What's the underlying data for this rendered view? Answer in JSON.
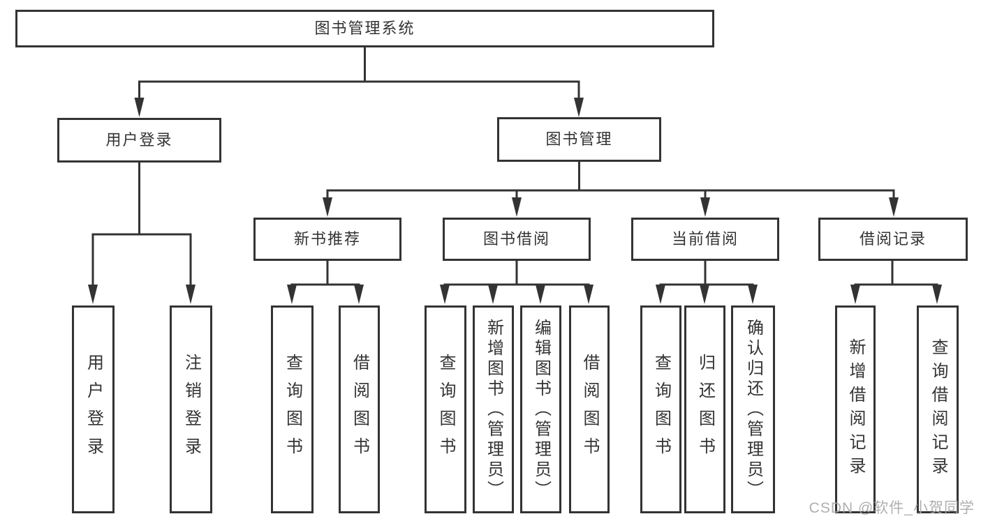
{
  "diagram": {
    "root": {
      "label": "图书管理系统"
    },
    "level2": [
      {
        "label": "用户登录"
      },
      {
        "label": "图书管理"
      }
    ],
    "level3": [
      {
        "label": "新书推荐"
      },
      {
        "label": "图书借阅"
      },
      {
        "label": "当前借阅"
      },
      {
        "label": "借阅记录"
      }
    ],
    "leaves": {
      "user_login": [
        {
          "label": "用户登录"
        },
        {
          "label": "注销登录"
        }
      ],
      "new_book": [
        {
          "label": "查询图书"
        },
        {
          "label": "借阅图书"
        }
      ],
      "book_borrow": [
        {
          "label": "查询图书"
        },
        {
          "label": "新增图书（管理员）"
        },
        {
          "label": "编辑图书（管理员）"
        },
        {
          "label": "借阅图书"
        }
      ],
      "current_borrow": [
        {
          "label": "查询图书"
        },
        {
          "label": "归还图书"
        },
        {
          "label": "确认归还（管理员）"
        }
      ],
      "records": [
        {
          "label": "新增借阅记录"
        },
        {
          "label": "查询借阅记录"
        }
      ]
    },
    "colors": {
      "line": "#333333",
      "box_border": "#333333",
      "text": "#333333",
      "background": "#ffffff",
      "watermark": "#ababab"
    }
  },
  "watermark": {
    "text": "CSDN @软件_小贺同学"
  }
}
